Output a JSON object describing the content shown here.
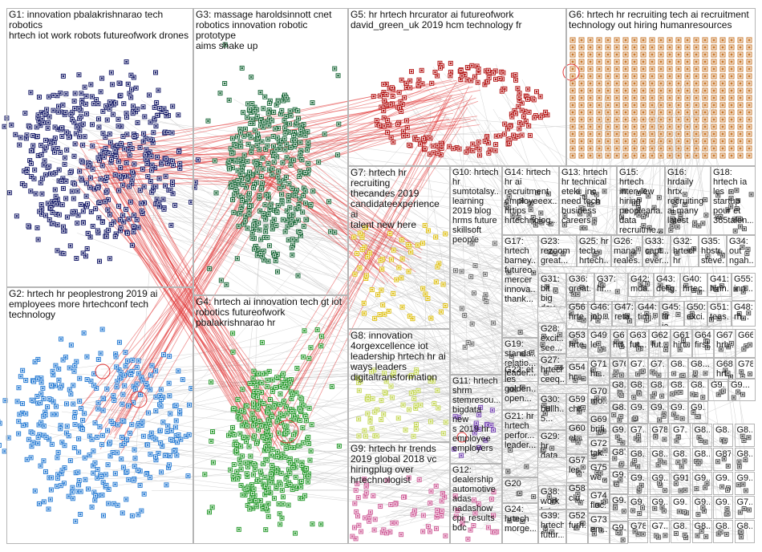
{
  "figure": "hrtech network graph",
  "colors": {
    "g1": "#1a1f6b",
    "g2": "#2a7dd4",
    "g3": "#1f6b3d",
    "g4": "#2c9c32",
    "g5": "#b51a1a",
    "g6": "#c8782c",
    "g7": "#e0c21a",
    "g8": "#c6d85a",
    "g9": "#d0609a",
    "g10": "#707070",
    "g11": "#7a4ab5",
    "small": "#555555",
    "edge": "#c8c8c8",
    "edge_red": "#e23a3a"
  },
  "groups": [
    {
      "id": "G1",
      "label": "G1: innovation pbalakrishnarao tech robotics\nhrtech iot work robots futureofwork drones"
    },
    {
      "id": "G2",
      "label": "G2: hrtech hr peoplestrong 2019 ai\nemployees more hrtechconf tech technology"
    },
    {
      "id": "G3",
      "label": "G3: massage haroldsinnott cnet\nrobotics innovation robotic prototype\naims shake up"
    },
    {
      "id": "G4",
      "label": "G4: hrtech ai innovation tech gt iot\nrobotics futureofwork\npbalakrishnarao hr"
    },
    {
      "id": "G5",
      "label": "G5: hr hrtech hrcurator ai futureofwork\ndavid_green_uk 2019 hcm technology fr"
    },
    {
      "id": "G6",
      "label": "G6: hrtech hr recruiting tech ai recruitment\ntechnology out hiring humanresources"
    },
    {
      "id": "G7",
      "label": "G7: hrtech hr recruiting\nthecandes 2019\ncandidateexperience ai\ntalent new here"
    },
    {
      "id": "G8",
      "label": "G8: innovation\n4orgexcellence iot\nleadership hrtech hr ai\nways leaders\ndigitaltransformation"
    },
    {
      "id": "G9",
      "label": "G9: hrtech hr trends\n2019 global 2018 vc\nhiringplug over\nhrtechnologist"
    },
    {
      "id": "G10",
      "label": "G10: hrtech\nhr\nsumtotalsy...\nlearning\n2019 blog\nhrms future\nskillsoft\npeople"
    },
    {
      "id": "G11",
      "label": "G11: hrtech\nshrm\nstemresou...\nbigdata new\ns 2019 hr\nemployee\nemployers"
    },
    {
      "id": "G12",
      "label": "G12:\ndealership\nautomotive\nadas\nnadashow\ncpi_results\nbdc"
    },
    {
      "id": "G13",
      "label": "G13: hrtech\nhr technical\neteki_inc\nneed tech\nbusiness\ncareers"
    },
    {
      "id": "G14",
      "label": "G14: hrtech\nhr ai\nrecruitment\nemployeeex...\nhrtips\nhrtechnolog..."
    },
    {
      "id": "G15",
      "label": "G15: hrtech\ninterview\nhiring\npeopleana...\ndata\nrecruitme..."
    },
    {
      "id": "G16",
      "label": "G16:\nhrdaily hrtx\nrecruiting\nai many\nlatest"
    },
    {
      "id": "G17",
      "label": "G17:\nhrtech\nbarney...\nfutureo...\nmercer\ninnova...\nthank..."
    },
    {
      "id": "G18",
      "label": "G18:\nhrtech ia\nles\nstartup\npour et\n365talen..."
    },
    {
      "id": "G19",
      "label": "G19:\nstanda...\nrelatio...\nleader..."
    },
    {
      "id": "G20",
      "label": "G20"
    },
    {
      "id": "G21",
      "label": "G21: hr\nhrtech\nperfor...\nleader..."
    },
    {
      "id": "G22",
      "label": "G22: et\nles\ngolden...\nopen..."
    },
    {
      "id": "G23",
      "label": "G23:\nrezoom\ngreat..."
    },
    {
      "id": "G24",
      "label": "G24:\nhrtech\nmorge..."
    },
    {
      "id": "G25",
      "label": "G25: hr\ntech\nhrtech..."
    },
    {
      "id": "G26",
      "label": "G26:\nmana...\nreales..."
    },
    {
      "id": "G27",
      "label": "G27:\nhrtech\nceeq..."
    },
    {
      "id": "G28",
      "label": "G28:\nexcit...\nsee..."
    },
    {
      "id": "G29",
      "label": "G29:\nhr\ndata..."
    },
    {
      "id": "G30",
      "label": "G30:\nbullh...\n5..."
    },
    {
      "id": "G31",
      "label": "G31:\nbit big\nday..."
    },
    {
      "id": "G32",
      "label": "G32:\nhrtech\nhr ai..."
    },
    {
      "id": "G33",
      "label": "G33:\ncapt...\never..."
    },
    {
      "id": "G34",
      "label": "G34:\nout\nngah..."
    },
    {
      "id": "G35",
      "label": "G35:\nhbstr...\nsteve..."
    },
    {
      "id": "G36",
      "label": "G36:\ngreat..."
    },
    {
      "id": "G37",
      "label": "G37:\nhr..."
    },
    {
      "id": "G38",
      "label": "G38:\nwork\nhrtec..."
    },
    {
      "id": "G39",
      "label": "G39:\nhrtech\nfutur..."
    },
    {
      "id": "G40",
      "label": "G40:\nhrtec..."
    },
    {
      "id": "G41",
      "label": "G41:\nhirin..."
    },
    {
      "id": "G42",
      "label": "G42:\nmda..."
    },
    {
      "id": "G43",
      "label": "G43:\ndelig..."
    },
    {
      "id": "G44",
      "label": "G44:\ntimj..."
    },
    {
      "id": "G45",
      "label": "G45:\nhr ja..."
    },
    {
      "id": "G46",
      "label": "G46:\njob..."
    },
    {
      "id": "G47",
      "label": "G47:\nreta..."
    },
    {
      "id": "G48",
      "label": "G48:\nrh..."
    },
    {
      "id": "G49",
      "label": "G49:\nle..."
    },
    {
      "id": "G50",
      "label": "G50:\nexci..."
    },
    {
      "id": "G51",
      "label": "G51:\nteas..."
    },
    {
      "id": "G52",
      "label": "G52:\nfurh..."
    },
    {
      "id": "G53",
      "label": "G53:\nhrte..."
    },
    {
      "id": "G54",
      "label": "G54:\nhr..."
    },
    {
      "id": "G55",
      "label": "G55:\ninn..."
    },
    {
      "id": "G56",
      "label": "G56:\nhrte..."
    },
    {
      "id": "G57",
      "label": "G57:\nles..."
    },
    {
      "id": "G58",
      "label": "G58:\nclu..."
    },
    {
      "id": "G59",
      "label": "G59:\nchr..."
    },
    {
      "id": "G60",
      "label": "G60:\net..."
    },
    {
      "id": "G61",
      "label": "G61:\nhirt..."
    },
    {
      "id": "G62",
      "label": "G62:\nfut..."
    },
    {
      "id": "G63",
      "label": "G63:\nfut..."
    },
    {
      "id": "G64",
      "label": "G64:\nfirst..."
    },
    {
      "id": "G65",
      "label": "G65:\nhrt..."
    },
    {
      "id": "G66",
      "label": "G66"
    },
    {
      "id": "G67",
      "label": "G67:\nhrb..."
    },
    {
      "id": "G68",
      "label": "G68:\nhrt..."
    },
    {
      "id": "G69",
      "label": "G69:\nbrifi..."
    },
    {
      "id": "G70",
      "label": "G70:\nmo..."
    },
    {
      "id": "G71",
      "label": "G71:\nhr..."
    },
    {
      "id": "G72",
      "label": "G72:\ntak..."
    },
    {
      "id": "G73",
      "label": "G73:\nem..."
    },
    {
      "id": "G74",
      "label": "G74:\nfloc..."
    },
    {
      "id": "G75",
      "label": "G75:\nwe..."
    },
    {
      "id": "G76",
      "label": "G76"
    },
    {
      "id": "G77",
      "label": "G7..."
    },
    {
      "id": "G78",
      "label": "G78"
    },
    {
      "id": "G79",
      "label": "G7..."
    },
    {
      "id": "G80",
      "label": "G8..."
    },
    {
      "id": "G81",
      "label": "G8..."
    },
    {
      "id": "G82",
      "label": "G8..."
    },
    {
      "id": "G83",
      "label": "G8..."
    },
    {
      "id": "G84",
      "label": "G8..."
    },
    {
      "id": "G85",
      "label": "G8..."
    },
    {
      "id": "G86",
      "label": "G8..."
    },
    {
      "id": "G87",
      "label": "G87"
    },
    {
      "id": "G88",
      "label": "G8..."
    },
    {
      "id": "G89",
      "label": "G9..."
    },
    {
      "id": "G90",
      "label": "G9..."
    },
    {
      "id": "G91",
      "label": "G91"
    },
    {
      "id": "G92",
      "label": "G9..."
    },
    {
      "id": "G93",
      "label": "G9..."
    },
    {
      "id": "G94",
      "label": "G9..."
    },
    {
      "id": "G95",
      "label": "G9..."
    },
    {
      "id": "G96",
      "label": "G9..."
    },
    {
      "id": "G97",
      "label": "G9..."
    },
    {
      "id": "G98",
      "label": "G9..."
    },
    {
      "id": "G99",
      "label": "G9..."
    }
  ]
}
